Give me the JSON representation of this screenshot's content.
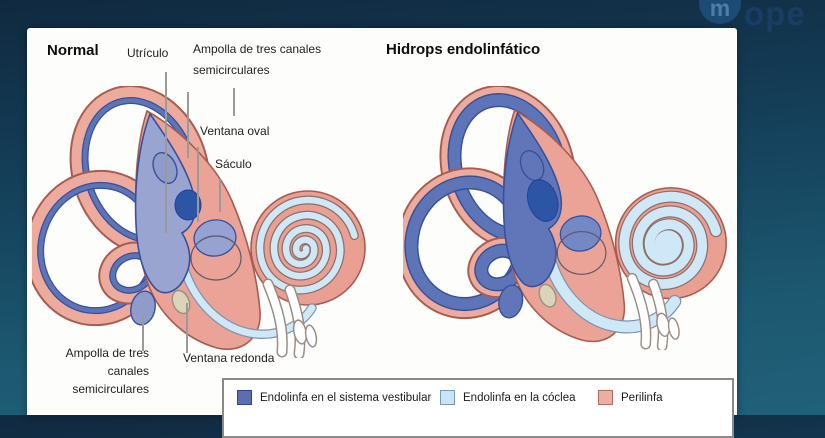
{
  "logo": {
    "icon_letter": "m",
    "text": "ope"
  },
  "figures": {
    "normal": {
      "title": "Normal"
    },
    "hydrops": {
      "title": "Hidrops endolinfático"
    }
  },
  "labels": {
    "utriculo": "Utrículo",
    "ampolla_superior_line1": "Ampolla de tres canales",
    "ampolla_superior_line2": "semicirculares",
    "ventana_oval": "Ventana oval",
    "saculo": "Sáculo",
    "ampolla_inferior_line1": "Ampolla de tres",
    "ampolla_inferior_line2": "canales semicirculares",
    "ventana_redonda": "Ventana redonda"
  },
  "legend": {
    "items": [
      {
        "label": "Endolinfa en el sistema vestibular",
        "color": "#5d6db0"
      },
      {
        "label": "Endolinfa en la cóclea",
        "color": "#c9e4f6"
      },
      {
        "label": "Perilinfa",
        "color": "#e9afa5"
      }
    ]
  },
  "colors": {
    "endolymph_vestibular": "#5d74b6",
    "endolymph_vestibular_dark": "#2d55a5",
    "endolymph_cochlear": "#cfe8f8",
    "perilymph": "#eaa396",
    "outline_warm": "#a85c50",
    "outline_cool": "#36509c",
    "background_top": "#102940",
    "background_bottom": "#206078"
  }
}
